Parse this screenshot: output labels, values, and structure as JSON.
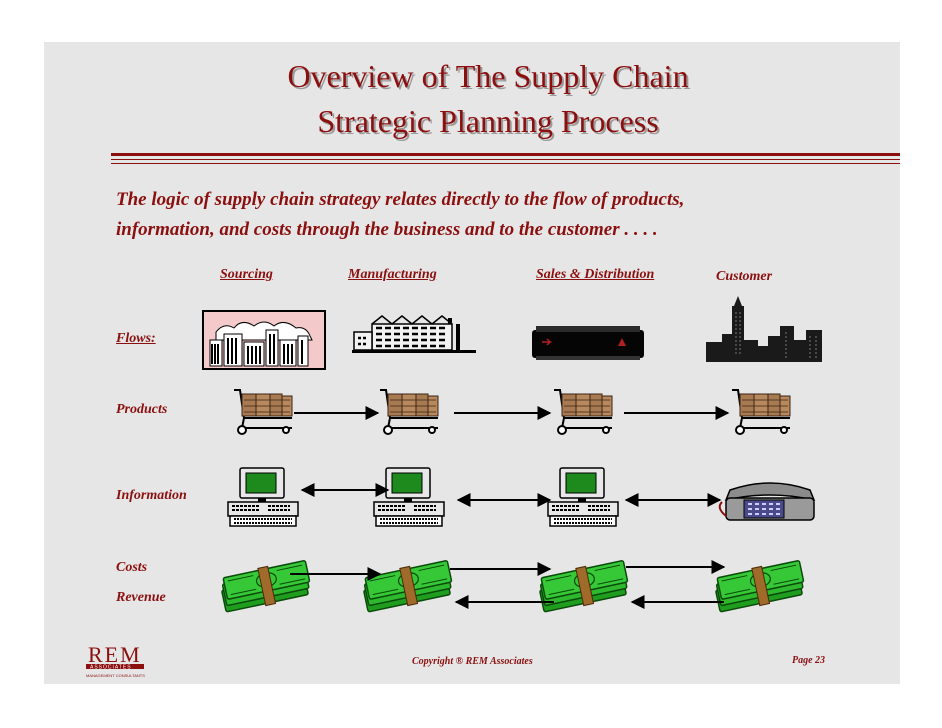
{
  "title": {
    "line1": "Overview of The Supply Chain",
    "line2": "Strategic Planning Process"
  },
  "intro": {
    "line1": "The logic of supply chain strategy relates directly to the flow of products,",
    "line2": "information, and costs through the business and to the customer . . . ."
  },
  "columns": [
    "Sourcing",
    "Manufacturing",
    "Sales & Distribution",
    "Customer"
  ],
  "rows": {
    "flows": "Flows:",
    "products": "Products",
    "information": "Information",
    "costs": "Costs",
    "revenue": "Revenue"
  },
  "footer": {
    "copyright": "Copyright ® REM Associates",
    "page": "Page 23",
    "logo_text": "REM",
    "logo_sub": "ASSOCIATES",
    "logo_tag": "MANAGEMENT CONSULTANTS"
  },
  "colors": {
    "accent": "#8b0f0f",
    "background": "#e6e6e6",
    "money": "#2db82d",
    "screen": "#1e8a1e"
  },
  "icons": {
    "sourcing": "factory-city-icon",
    "manufacturing": "factory-icon",
    "sales": "warehouse-icon",
    "customer": "city-skyline-icon",
    "products": "cart-icon",
    "information": "computer-icon",
    "customer_information": "telephone-icon",
    "costs": "money-icon"
  }
}
